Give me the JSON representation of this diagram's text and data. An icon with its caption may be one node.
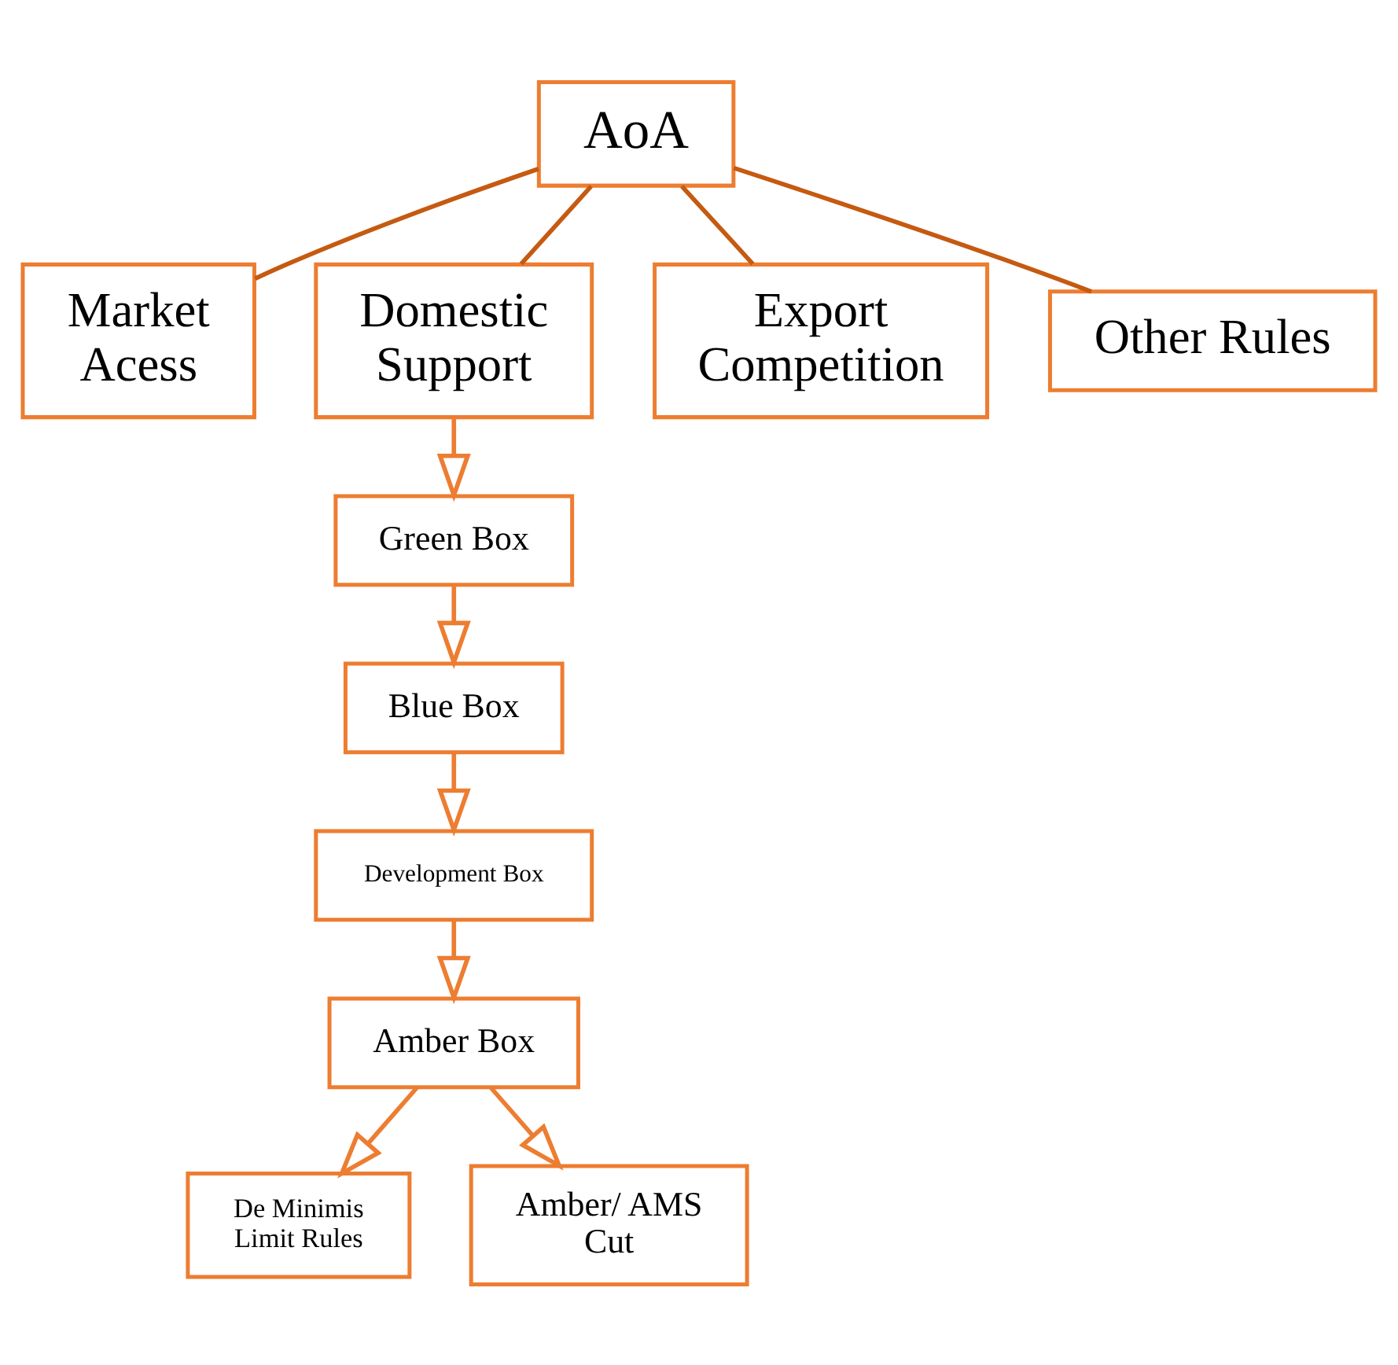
{
  "diagram": {
    "nodes": [
      {
        "text": [
          "AoA"
        ]
      },
      {
        "text": [
          "Market Acess"
        ]
      },
      {
        "text": [
          "Domestic Support"
        ]
      },
      {
        "text": [
          "Export Competition"
        ]
      },
      {
        "text": [
          "Other Rules"
        ]
      },
      {
        "text": [
          "Green Box"
        ]
      },
      {
        "text": [
          "Blue Box"
        ]
      },
      {
        "text": [
          "Development Box"
        ]
      },
      {
        "text": [
          "Amber Box"
        ]
      },
      {
        "text": [
          "De Minimis Limit Rules"
        ]
      },
      {
        "text": [
          "Amber/ AMS Cut"
        ]
      }
    ],
    "edges": [
      {
        "from": 0,
        "to": 1,
        "arrow": "none",
        "color": "#c55a11"
      },
      {
        "from": 0,
        "to": 2,
        "arrow": "none",
        "color": "#c55a11"
      },
      {
        "from": 0,
        "to": 3,
        "arrow": "none",
        "color": "#c55a11"
      },
      {
        "from": 0,
        "to": 4,
        "arrow": "none",
        "color": "#c55a11"
      },
      {
        "from": 2,
        "to": 5,
        "arrow": "to"
      },
      {
        "from": 5,
        "to": 6,
        "arrow": "to"
      },
      {
        "from": 6,
        "to": 7,
        "arrow": "to"
      },
      {
        "from": 7,
        "to": 8,
        "arrow": "to"
      },
      {
        "from": 8,
        "to": 9,
        "arrow": "to"
      },
      {
        "from": 8,
        "to": 10,
        "arrow": "to"
      }
    ]
  }
}
